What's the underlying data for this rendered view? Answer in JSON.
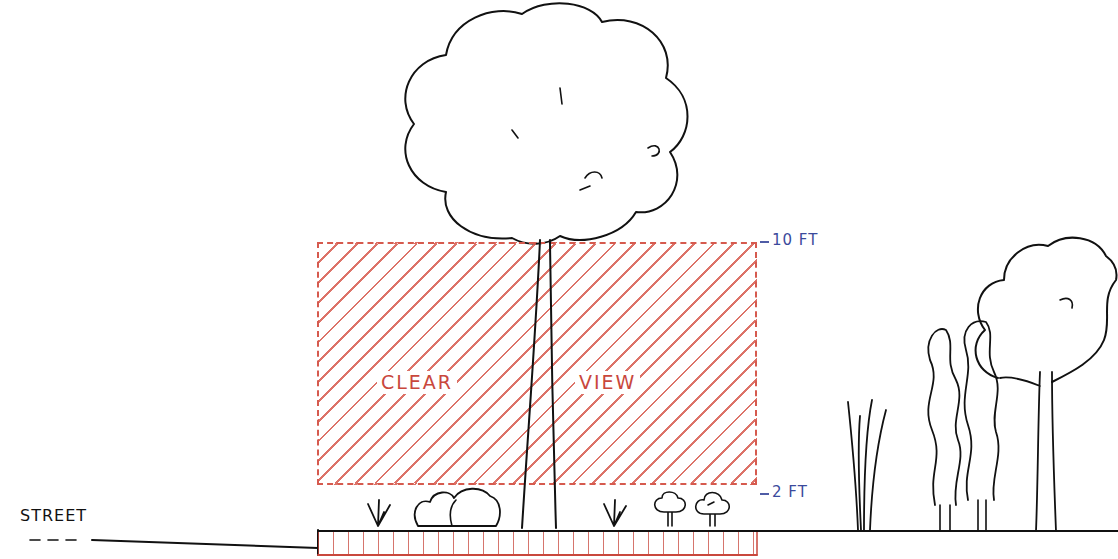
{
  "diagram": {
    "nodes": [
      {
        "text": [
          "CLEAR",
          "VIEW"
        ]
      }
    ],
    "labels": [
      "10 FT",
      "2 FT",
      "STREET"
    ]
  }
}
